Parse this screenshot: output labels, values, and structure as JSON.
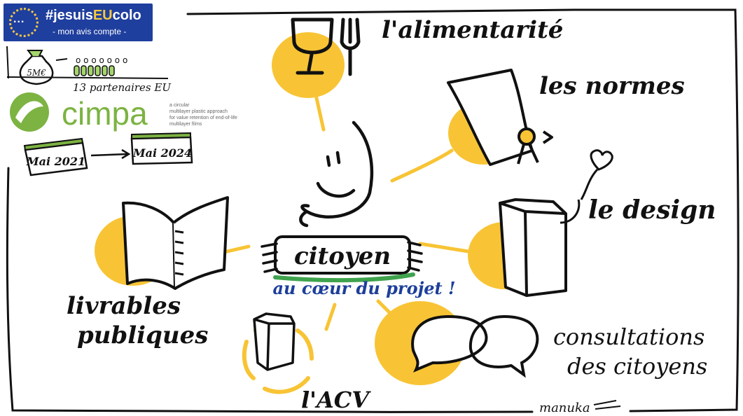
{
  "badge": {
    "hashtag_prefix": "#jesuis",
    "hashtag_highlight": "EU",
    "hashtag_suffix": "colo",
    "subtitle": "- mon avis compte -",
    "dots": "..."
  },
  "funding": {
    "amount": "5M€",
    "partners": "13 partenaires EU"
  },
  "logo": {
    "name": "cimpa",
    "tagline": [
      "a circular",
      "multilayer plastic approach",
      "for value retention of end-of-life",
      "multilayer films"
    ]
  },
  "timeline": {
    "start": "Mai 2021",
    "end": "Mai 2024"
  },
  "center": {
    "label": "citoyen",
    "subtitle": "au cœur du projet !"
  },
  "topics": {
    "alimentarite": "l'alimentarité",
    "normes": "les normes",
    "design": "le design",
    "consultations_line1": "consultations",
    "consultations_line2": "des citoyens",
    "acv": "l'ACV",
    "livrables_line1": "livrables",
    "livrables_line2": "publiques"
  },
  "signature": "manuka",
  "colors": {
    "accent_yellow": "#f8c435",
    "badge_blue": "#1f3f9e",
    "logo_green": "#7cb342",
    "subtitle_blue": "#1d3f9a",
    "underline_green": "#3fa34d",
    "ink": "#111111"
  }
}
